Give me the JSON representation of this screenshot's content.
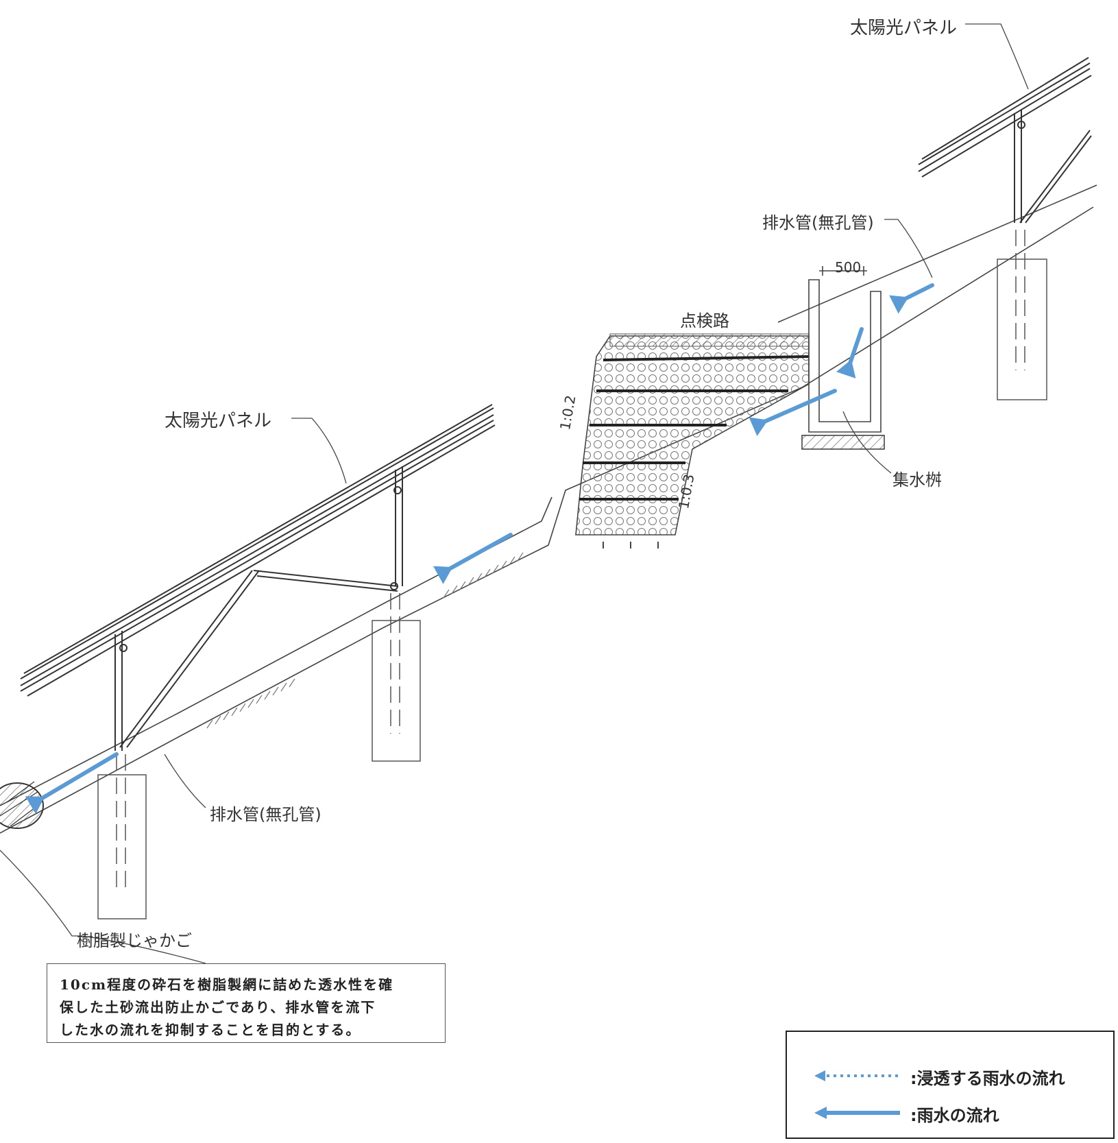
{
  "labels": {
    "panel_top": "太陽光パネル",
    "panel_left": "太陽光パネル",
    "pipe_top": "排水管(無孔管)",
    "pipe_bottom": "排水管(無孔管)",
    "walkway": "点検路",
    "catch_basin": "集水桝",
    "gabion": "樹脂製じゃかご"
  },
  "dimensions": {
    "width": "500",
    "slope_a": "1:0.2",
    "slope_b": "1:0.3"
  },
  "note": {
    "lines": [
      "10cm程度の砕石を樹脂製網に詰めた透水性を確",
      "保した土砂流出防止かごであり、排水管を流下",
      "した水の流れを抑制することを目的とする。"
    ]
  },
  "legend": {
    "items": [
      {
        "symbol": "dotted-arrow",
        "label": ":浸透する雨水の流れ"
      },
      {
        "symbol": "solid-arrow",
        "label": ":雨水の流れ"
      }
    ]
  },
  "colors": {
    "water_arrow": "#5b9bd5",
    "line": "#333333"
  }
}
